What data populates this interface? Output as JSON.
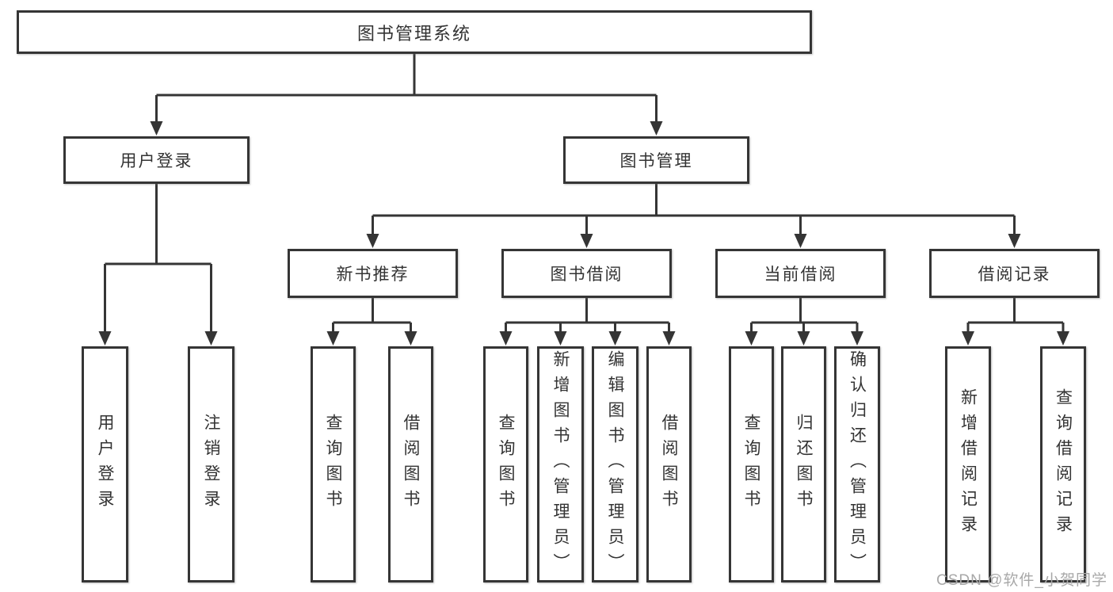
{
  "diagram": {
    "root": {
      "label": "图书管理系统"
    },
    "login_branch": {
      "label": "用户登录",
      "children": [
        {
          "label": "用户登录"
        },
        {
          "label": "注销登录"
        }
      ]
    },
    "mgmt_branch": {
      "label": "图书管理",
      "sections": [
        {
          "label": "新书推荐",
          "children": [
            {
              "label": "查询图书"
            },
            {
              "label": "借阅图书"
            }
          ]
        },
        {
          "label": "图书借阅",
          "children": [
            {
              "label": "查询图书"
            },
            {
              "label": "新增图书（管理员）"
            },
            {
              "label": "编辑图书（管理员）"
            },
            {
              "label": "借阅图书"
            }
          ]
        },
        {
          "label": "当前借阅",
          "children": [
            {
              "label": "查询图书"
            },
            {
              "label": "归还图书"
            },
            {
              "label": "确认归还（管理员）"
            }
          ]
        },
        {
          "label": "借阅记录",
          "children": [
            {
              "label": "新增借阅记录"
            },
            {
              "label": "查询借阅记录"
            }
          ]
        }
      ]
    }
  },
  "watermark": {
    "text": "CSDN @软件_小贺同学"
  },
  "colors": {
    "line": "#353535",
    "text": "#333333",
    "box_bg": "#ffffff",
    "watermark": "#a8a8a8"
  }
}
